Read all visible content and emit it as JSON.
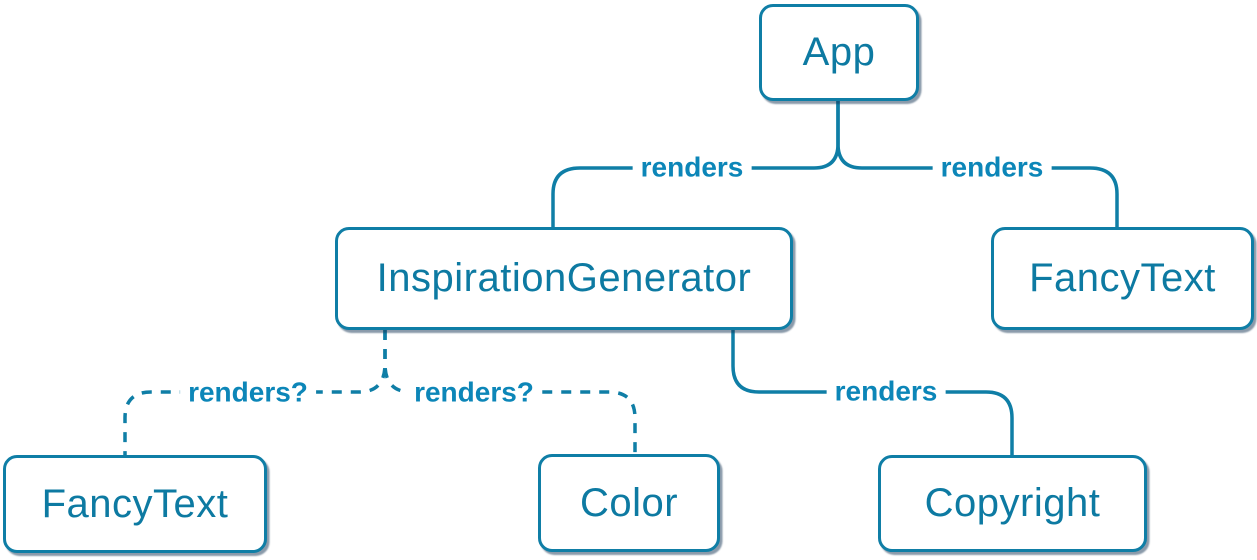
{
  "diagram": {
    "type": "component-render-tree",
    "colors": {
      "background": "#ffffff",
      "accent": "#0f7ea6",
      "node_text": "#0d7aa2",
      "edge_label_text": "#0c86b8",
      "node_fill": "#ffffff"
    },
    "nodes": [
      {
        "id": "app",
        "label": "App"
      },
      {
        "id": "inspiration-generator",
        "label": "InspirationGenerator"
      },
      {
        "id": "fancy-text-top",
        "label": "FancyText"
      },
      {
        "id": "fancy-text-bottom",
        "label": "FancyText"
      },
      {
        "id": "color",
        "label": "Color"
      },
      {
        "id": "copyright",
        "label": "Copyright"
      }
    ],
    "edges": [
      {
        "from": "App",
        "to": "InspirationGenerator",
        "label": "renders",
        "style": "solid"
      },
      {
        "from": "App",
        "to": "FancyText",
        "label": "renders",
        "style": "solid"
      },
      {
        "from": "InspirationGenerator",
        "to": "FancyText",
        "label": "renders?",
        "style": "dashed"
      },
      {
        "from": "InspirationGenerator",
        "to": "Color",
        "label": "renders?",
        "style": "dashed"
      },
      {
        "from": "InspirationGenerator",
        "to": "Copyright",
        "label": "renders",
        "style": "solid"
      }
    ]
  }
}
